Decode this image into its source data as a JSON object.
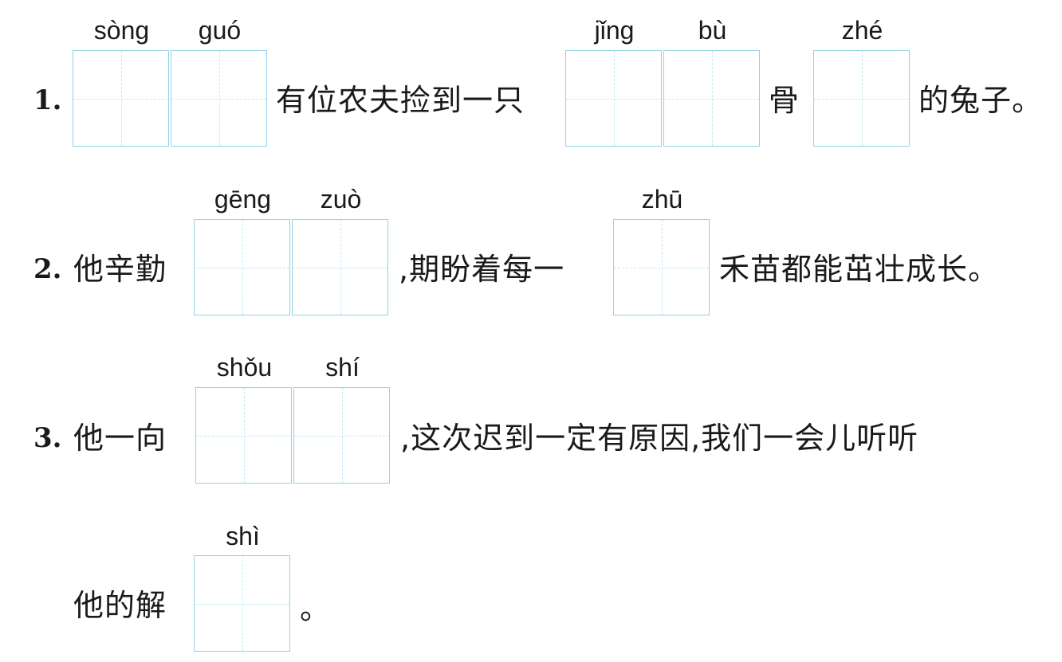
{
  "items": [
    {
      "number": "1.",
      "pinyin": [
        "sòng",
        "guó",
        "jǐng",
        "bù",
        "zhé"
      ],
      "texts": [
        "有位农夫捡到一只",
        "骨",
        "的兔子。"
      ]
    },
    {
      "number": "2.",
      "pinyin": [
        "gēng",
        "zuò",
        "zhū"
      ],
      "texts": [
        "他辛勤",
        ",期盼着每一",
        "禾苗都能茁壮成长。"
      ]
    },
    {
      "number": "3.",
      "pinyin": [
        "shǒu",
        "shí",
        "shì"
      ],
      "texts": [
        "他一向",
        ",这次迟到一定有原因,我们一会儿听听",
        "他的解",
        "。"
      ]
    }
  ],
  "colors": {
    "box_border": "#8fd3e8",
    "box_guide": "#c3e8f3",
    "text": "#1a1a1a"
  }
}
